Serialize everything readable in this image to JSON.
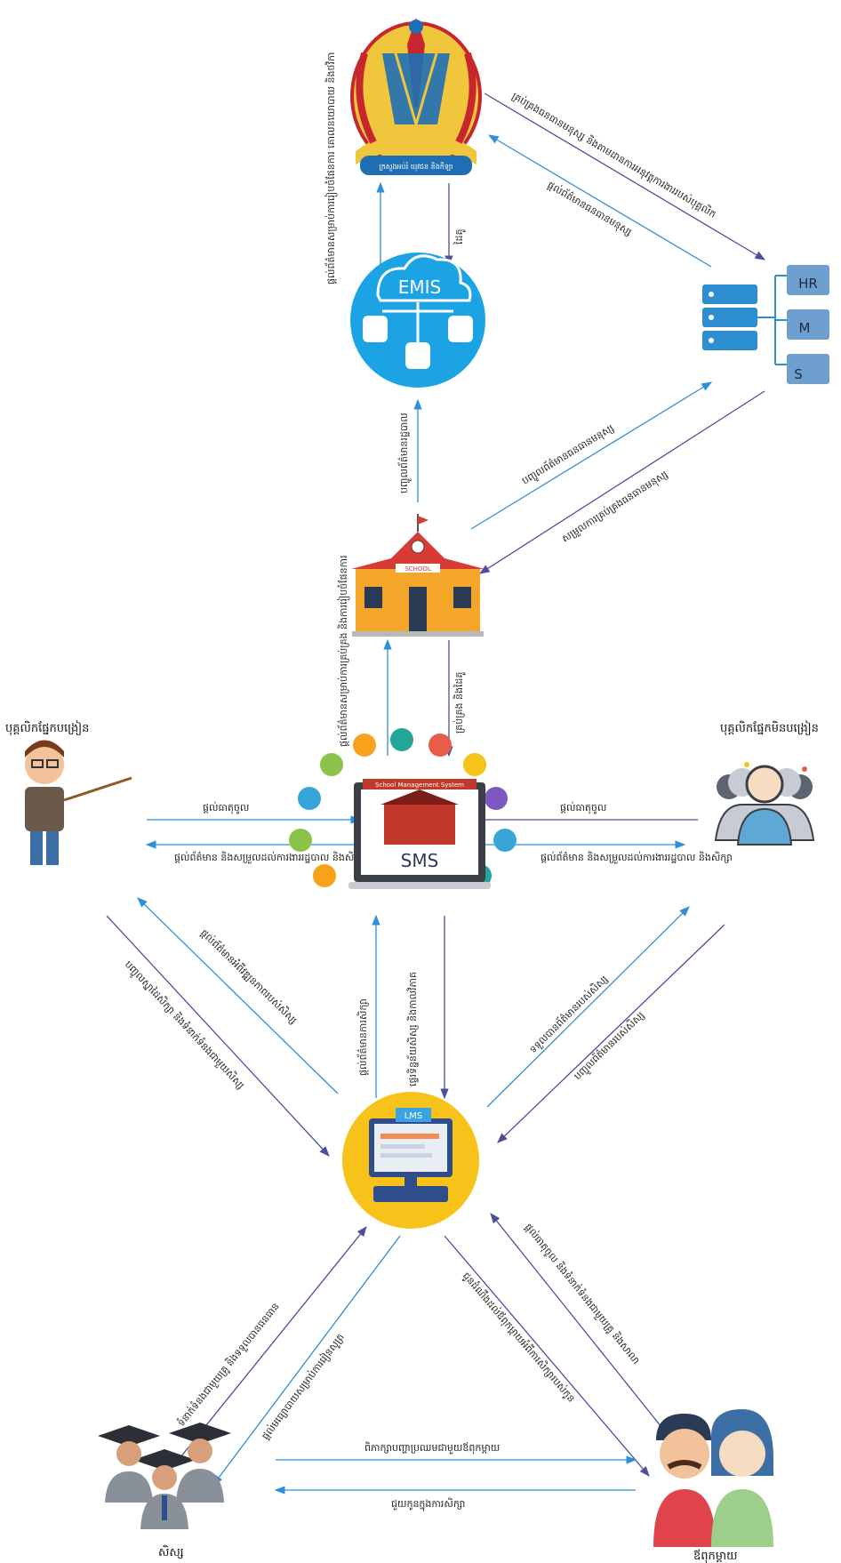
{
  "colors": {
    "blue_arrow": "#2f8fd8",
    "purple_arrow": "#4b4f9c",
    "emis_circle": "#1ba3e3",
    "lms_circle": "#f7c21a",
    "school_wall": "#f4a62a",
    "school_roof": "#d83a35",
    "crest_gold": "#e8b21e",
    "crest_red": "#c8262e",
    "server_blue": "#2d8fd0"
  },
  "nodes": {
    "moeys": {
      "label": "ក្រសួងអប់រំ យុវជន និងកីឡា"
    },
    "emis": {
      "label": "EMIS"
    },
    "hrmis": {
      "folders": [
        "HR",
        "M",
        "S"
      ]
    },
    "school": {
      "label": "SCHOOL"
    },
    "sms": {
      "label": "SMS",
      "banner": "School Management System"
    },
    "lms": {
      "label": "LMS"
    },
    "teacher": {
      "caption": "បុគ្គលិកផ្នែកបង្រៀន"
    },
    "staff": {
      "caption": "បុគ្គលិកផ្នែកមិនបង្រៀន"
    },
    "students": {
      "caption": "សិស្ស"
    },
    "parents": {
      "caption": "ឪពុកម្ដាយ"
    }
  },
  "edges": {
    "emis_to_moeys": "ផ្ដល់ព័ត៌មានសម្រាប់ការរៀបចំផែនការ គោលនយោបាយ និងថវិកា",
    "moeys_to_emis": "ដៃគូ",
    "moeys_to_hr": "គ្រប់គ្រងធនធានមនុស្ស និងតាមដានការអនុវត្តការងាររបស់បុគ្គលិក",
    "hr_to_moeys": "ផ្ដល់ព័ត៌មានធនធានមនុស្ស",
    "school_to_emis": "បញ្ចូលព័ត៌មានរដ្ឋបាល",
    "school_to_hr": "បញ្ចូលព័ត៌មានធនធានមនុស្ស",
    "hr_to_school": "សម្រួលការគ្រប់គ្រងធនធានមនុស្ស",
    "sms_to_school": "ផ្ដល់ព័ត៌មានសម្រាប់ការគ្រប់គ្រង និងការរៀបចំផែនការ",
    "school_to_sms": "គ្រប់គ្រង និងដៃគូ",
    "teacher_to_sms": "ផ្ដល់ធាតុចូល",
    "sms_to_teacher": "ផ្ដល់ព័ត៌មាន និងសម្រួលដល់ការងាររដ្ឋបាល និងសិក្សា",
    "staff_to_sms": "ផ្ដល់ធាតុចូល",
    "sms_to_staff": "ផ្ដល់ព័ត៌មាន និងសម្រួលដល់ការងាររដ្ឋបាល និងសិក្សា",
    "lms_to_teacher": "ផ្ដល់ព័ត៌មានអំពីវឌ្ឍនភាពរបស់សិស្ស",
    "teacher_to_lms": "បញ្ចូលស្នាដៃសិក្សា និងទំនាក់ទំនងជាមួយសិស្ស",
    "lms_to_sms": "ផ្ដល់ព័ត៌មានការសិក្សា",
    "sms_to_lms": "ផ្ទេរទិន្នន័យសិស្ស និងកាលវិភាគ",
    "lms_to_staff": "ទទួលបានព័ត៌មានរបស់សិស្ស",
    "staff_to_lms": "បញ្ចូលព័ត៌មានរបស់សិស្ស",
    "students_to_lms": "ទំនាក់ទំនងជាមួយគ្រូ និងទទួលបានធនធាន",
    "lms_to_students": "ផ្ដល់មធ្យោបាយសម្រាប់ការរៀនសូត្រ",
    "lms_to_parents": "ជូនដំណឹងដល់ឪពុកម្ដាយអំពីការសិក្សារបស់កូន",
    "parents_to_lms": "ផ្ដល់ធាតុចូល និងទំនាក់ទំនងជាមួយគ្រូ និងសាលា",
    "students_to_parents": "ពិភាក្សាបញ្ហាប្រឈមជាមួយឪពុកម្ដាយ",
    "parents_to_students": "ជួយកូនក្នុងការសិក្សា"
  }
}
